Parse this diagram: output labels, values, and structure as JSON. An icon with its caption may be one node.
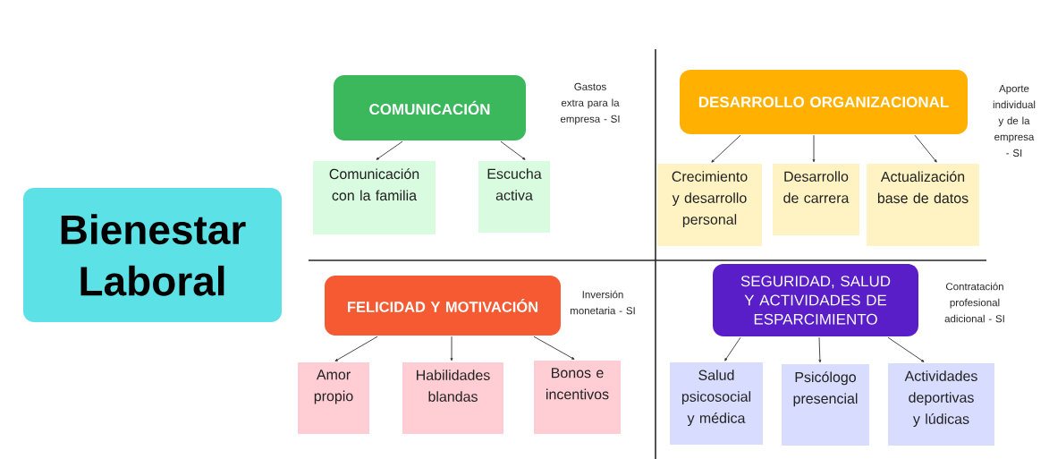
{
  "diagram": {
    "nodes": [
      {
        "text": [
          "Bienestar Laboral"
        ]
      },
      {
        "text": [
          "COMUNICACIÓN"
        ],
        "beside": [
          "Gastos extra para la empresa - SI"
        ]
      },
      {
        "text": [
          "Comunicación con la familia"
        ]
      },
      {
        "text": [
          "Escucha activa"
        ]
      },
      {
        "text": [
          "DESARROLLO ORGANIZACIONAL"
        ],
        "beside": [
          "Aporte individual y de la empresa - SI"
        ]
      },
      {
        "text": [
          "Crecimiento y desarrollo personal"
        ]
      },
      {
        "text": [
          "Desarrollo de carrera"
        ]
      },
      {
        "text": [
          "Actualización base de datos"
        ]
      },
      {
        "text": [
          "FELICIDAD Y MOTIVACIÓN"
        ],
        "beside": [
          "Inversión monetaria - SI"
        ]
      },
      {
        "text": [
          "Amor propio"
        ]
      },
      {
        "text": [
          "Habilidades blandas"
        ]
      },
      {
        "text": [
          "Bonos e incentivos"
        ]
      },
      {
        "text": [
          "SEGURIDAD, SALUD Y ACTIVIDADES DE ESPARCIMIENTO"
        ],
        "beside": [
          "Contratación profesional adicional - SI"
        ]
      },
      {
        "text": [
          "Salud psicosocial y médica"
        ]
      },
      {
        "text": [
          "Psicólogo presencial"
        ]
      },
      {
        "text": [
          "Actividades deportivas y lúdicas"
        ]
      }
    ],
    "edges": [
      {
        "from": 1,
        "to": 2,
        "arrow": "to"
      },
      {
        "from": 1,
        "to": 3,
        "arrow": "to"
      },
      {
        "from": 4,
        "to": 5,
        "arrow": "to"
      },
      {
        "from": 4,
        "to": 6,
        "arrow": "to"
      },
      {
        "from": 4,
        "to": 7,
        "arrow": "to"
      },
      {
        "from": 8,
        "to": 9,
        "arrow": "to"
      },
      {
        "from": 8,
        "to": 10,
        "arrow": "to"
      },
      {
        "from": 8,
        "to": 11,
        "arrow": "to"
      },
      {
        "from": 12,
        "to": 13,
        "arrow": "to"
      },
      {
        "from": 12,
        "to": 14,
        "arrow": "to"
      },
      {
        "from": 12,
        "to": 15,
        "arrow": "to"
      }
    ]
  }
}
